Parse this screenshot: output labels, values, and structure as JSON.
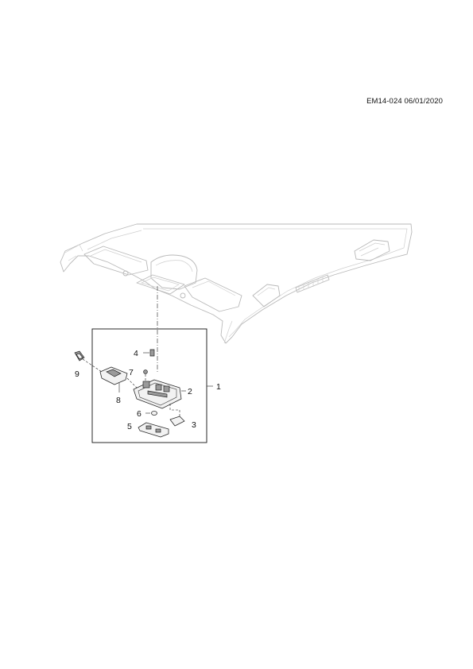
{
  "document": {
    "code": "EM14-024 06/01/2020"
  },
  "callouts": [
    {
      "id": "assembly",
      "label": "1"
    },
    {
      "id": "console-housing",
      "label": "2"
    },
    {
      "id": "lamp-3",
      "label": "3"
    },
    {
      "id": "clip-4",
      "label": "4"
    },
    {
      "id": "switch-5",
      "label": "5"
    },
    {
      "id": "bulb-6",
      "label": "6"
    },
    {
      "id": "screw-7",
      "label": "7"
    },
    {
      "id": "lens-8",
      "label": "8"
    },
    {
      "id": "connector-9",
      "label": "9"
    }
  ]
}
